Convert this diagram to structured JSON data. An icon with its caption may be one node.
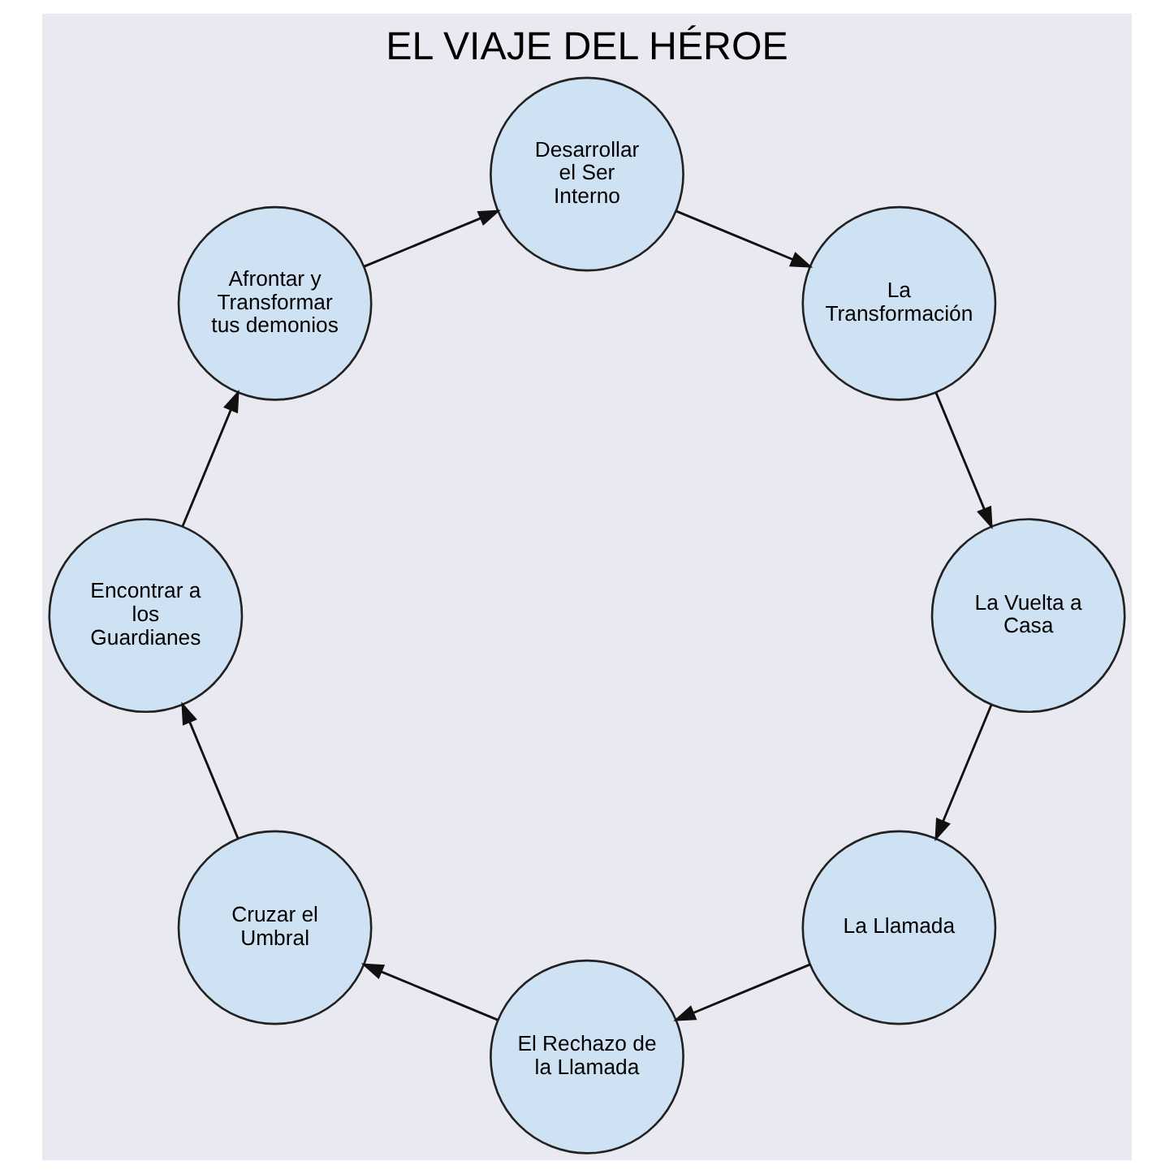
{
  "diagram": {
    "title": "EL VIAJE DEL HÉROE",
    "nodes": [
      {
        "text": [
          "La Llamada"
        ]
      },
      {
        "text": [
          "El Rechazo de la Llamada"
        ]
      },
      {
        "text": [
          "Cruzar el Umbral"
        ]
      },
      {
        "text": [
          "Encontrar a los Guardianes"
        ]
      },
      {
        "text": [
          "Afrontar y Transformar tus demonios"
        ]
      },
      {
        "text": [
          "Desarrollar el Ser Interno"
        ]
      },
      {
        "text": [
          "La Transformación"
        ]
      },
      {
        "text": [
          "La Vuelta a Casa"
        ]
      }
    ],
    "edges": [
      {
        "from": 0,
        "to": 1,
        "arrow": "to"
      },
      {
        "from": 1,
        "to": 2,
        "arrow": "to"
      },
      {
        "from": 2,
        "to": 3,
        "arrow": "to"
      },
      {
        "from": 3,
        "to": 4,
        "arrow": "to"
      },
      {
        "from": 4,
        "to": 5,
        "arrow": "to"
      },
      {
        "from": 5,
        "to": 6,
        "arrow": "to"
      },
      {
        "from": 6,
        "to": 7,
        "arrow": "to"
      },
      {
        "from": 7,
        "to": 0,
        "arrow": "to"
      }
    ]
  }
}
